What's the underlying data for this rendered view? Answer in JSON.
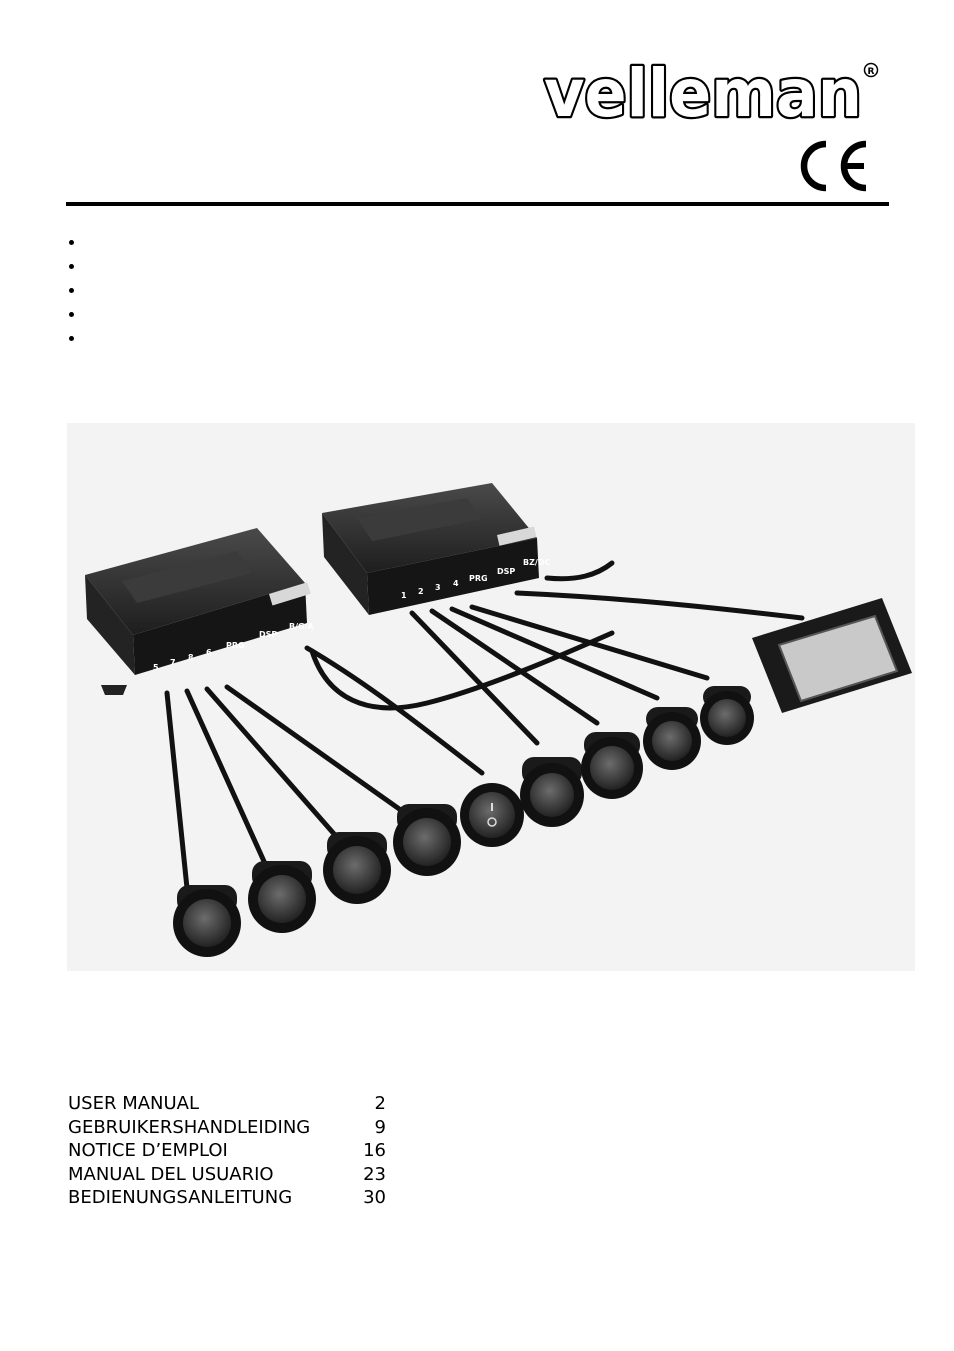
{
  "brand": {
    "logo_text": "velleman",
    "registered_mark": "®",
    "ce_mark": "CE"
  },
  "bullets": [
    "",
    "",
    "",
    "",
    ""
  ],
  "photo": {
    "left_unit_ports": [
      "5",
      "7",
      "8",
      "6",
      "PRG",
      "DSP",
      "B/G/A"
    ],
    "right_unit_ports": [
      "1",
      "2",
      "3",
      "4",
      "PRG",
      "DSP",
      "BZ/DC"
    ]
  },
  "toc": [
    {
      "title": "USER MANUAL",
      "page": "2"
    },
    {
      "title": "GEBRUIKERSHANDLEIDING",
      "page": "9"
    },
    {
      "title": "NOTICE D’EMPLOI",
      "page": "16"
    },
    {
      "title": "MANUAL DEL USUARIO",
      "page": "23"
    },
    {
      "title": "BEDIENUNGSANLEITUNG",
      "page": "30"
    }
  ]
}
